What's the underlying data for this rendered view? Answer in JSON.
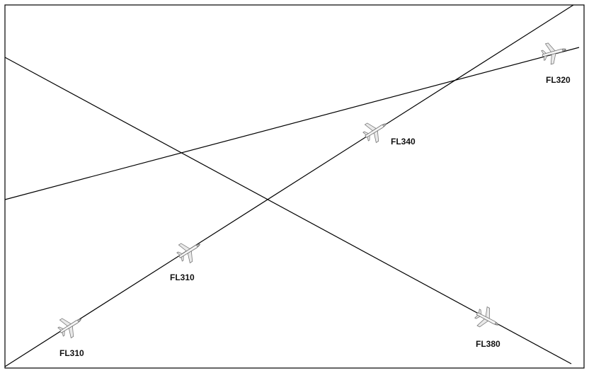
{
  "aircraft": [
    {
      "id": "a1",
      "flight_level": "FL320",
      "icon": "airplane-icon"
    },
    {
      "id": "a2",
      "flight_level": "FL340",
      "icon": "airplane-icon"
    },
    {
      "id": "a3",
      "flight_level": "FL310",
      "icon": "airplane-icon"
    },
    {
      "id": "a4",
      "flight_level": "FL310",
      "icon": "airplane-icon"
    },
    {
      "id": "a5",
      "flight_level": "FL380",
      "icon": "airplane-icon"
    }
  ],
  "colors": {
    "line": "#000000",
    "background": "#ffffff",
    "label": "#111111"
  }
}
